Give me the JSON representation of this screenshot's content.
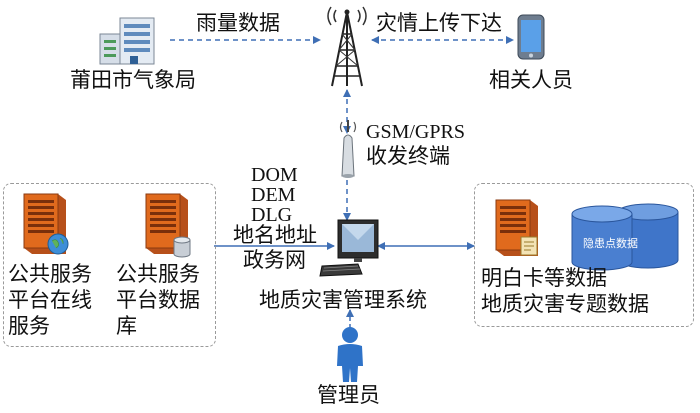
{
  "labels": {
    "rain_data": "雨量数据",
    "disaster_report": "灾情上传下达",
    "weather_bureau": "莆田市气象局",
    "related_personnel": "相关人员",
    "gsm_gprs": "GSM/GPRS",
    "transceiver": "收发终端",
    "data_list": [
      "DOM",
      "DEM",
      "DLG",
      "地名地址",
      "政务网"
    ],
    "public_service_online": [
      "公共服务",
      "平台在线",
      "服务"
    ],
    "public_service_db": [
      "公共服务",
      "平台数据",
      "库"
    ],
    "system": "地质灾害管理系统",
    "admin": "管理员",
    "hazard_points_db": "隐患点数据",
    "right_data": [
      "明白卡等数据",
      "地质灾害专题数据"
    ]
  },
  "icons": {
    "building": "building-icon",
    "tower": "radio-tower-icon",
    "phone": "mobile-phone-icon",
    "terminal": "gsm-terminal-icon",
    "computer": "computer-icon",
    "server": "server-icon",
    "globe": "globe-icon",
    "database": "database-icon",
    "person": "person-icon"
  },
  "colors": {
    "arrow": "#3f6fb5",
    "server_orange": "#e06a1d",
    "db_blue": "#4a7fd0",
    "person_blue": "#2f73c8",
    "box_border": "#9a9a9a"
  }
}
